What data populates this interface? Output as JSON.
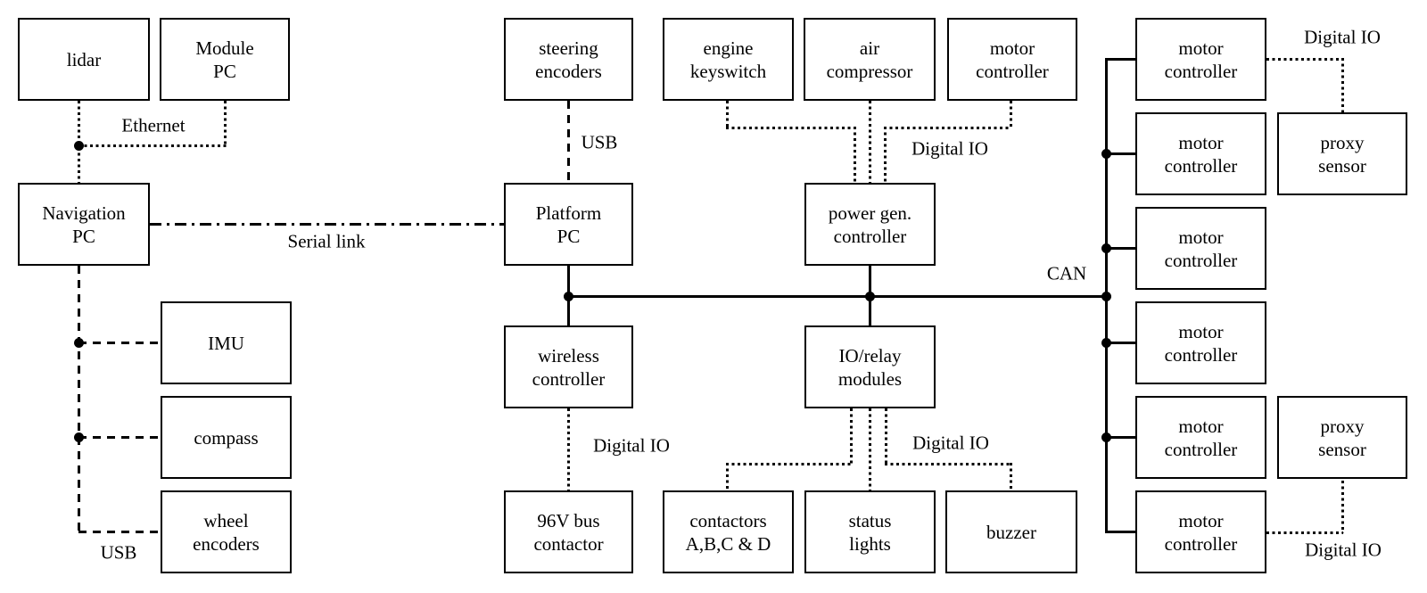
{
  "diagram": {
    "colors": {
      "line": "#000000",
      "background": "#ffffff",
      "box_fill": "#ffffff"
    },
    "nodes": {
      "lidar": "lidar",
      "module_pc": "Module\nPC",
      "navigation_pc": "Navigation\nPC",
      "imu": "IMU",
      "compass": "compass",
      "wheel_encoders": "wheel\nencoders",
      "steering_encoders": "steering\nencoders",
      "platform_pc": "Platform\nPC",
      "wireless_controller": "wireless\ncontroller",
      "bus_contactor_96v": "96V bus\ncontactor",
      "engine_keyswitch": "engine\nkeyswitch",
      "air_compressor": "air\ncompressor",
      "motor_controller_aux": "motor\ncontroller",
      "power_gen_controller": "power gen.\ncontroller",
      "io_relay_modules": "IO/relay\nmodules",
      "contactors_abcd": "contactors\nA,B,C & D",
      "status_lights": "status\nlights",
      "buzzer": "buzzer",
      "motor_controller_1": "motor\ncontroller",
      "motor_controller_2": "motor\ncontroller",
      "motor_controller_3": "motor\ncontroller",
      "motor_controller_4": "motor\ncontroller",
      "motor_controller_5": "motor\ncontroller",
      "motor_controller_6": "motor\ncontroller",
      "proxy_sensor_1": "proxy\nsensor",
      "proxy_sensor_2": "proxy\nsensor"
    },
    "edge_labels": {
      "ethernet": "Ethernet",
      "usb_left": "USB",
      "usb_steering": "USB",
      "serial_link": "Serial link",
      "digital_io_top": "Digital IO",
      "can": "CAN",
      "digital_io_wireless": "Digital IO",
      "digital_io_relay": "Digital IO",
      "digital_io_right_top": "Digital IO",
      "digital_io_right_bottom": "Digital IO"
    }
  }
}
